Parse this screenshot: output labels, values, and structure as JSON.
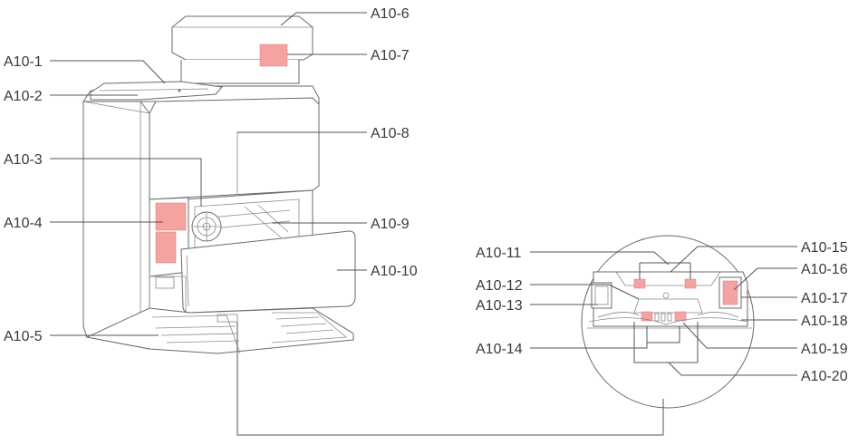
{
  "callouts": [
    {
      "id": "A10-1",
      "label": "A10-1"
    },
    {
      "id": "A10-2",
      "label": "A10-2"
    },
    {
      "id": "A10-3",
      "label": "A10-3"
    },
    {
      "id": "A10-4",
      "label": "A10-4"
    },
    {
      "id": "A10-5",
      "label": "A10-5"
    },
    {
      "id": "A10-6",
      "label": "A10-6"
    },
    {
      "id": "A10-7",
      "label": "A10-7"
    },
    {
      "id": "A10-8",
      "label": "A10-8"
    },
    {
      "id": "A10-9",
      "label": "A10-9"
    },
    {
      "id": "A10-10",
      "label": "A10-10"
    },
    {
      "id": "A10-11",
      "label": "A10-11"
    },
    {
      "id": "A10-12",
      "label": "A10-12"
    },
    {
      "id": "A10-13",
      "label": "A10-13"
    },
    {
      "id": "A10-14",
      "label": "A10-14"
    },
    {
      "id": "A10-15",
      "label": "A10-15"
    },
    {
      "id": "A10-16",
      "label": "A10-16"
    },
    {
      "id": "A10-17",
      "label": "A10-17"
    },
    {
      "id": "A10-18",
      "label": "A10-18"
    },
    {
      "id": "A10-19",
      "label": "A10-19"
    },
    {
      "id": "A10-20",
      "label": "A10-20"
    }
  ],
  "colors": {
    "highlight": "#f4a3a1",
    "line": "#555555",
    "text": "#3a3a3a"
  }
}
